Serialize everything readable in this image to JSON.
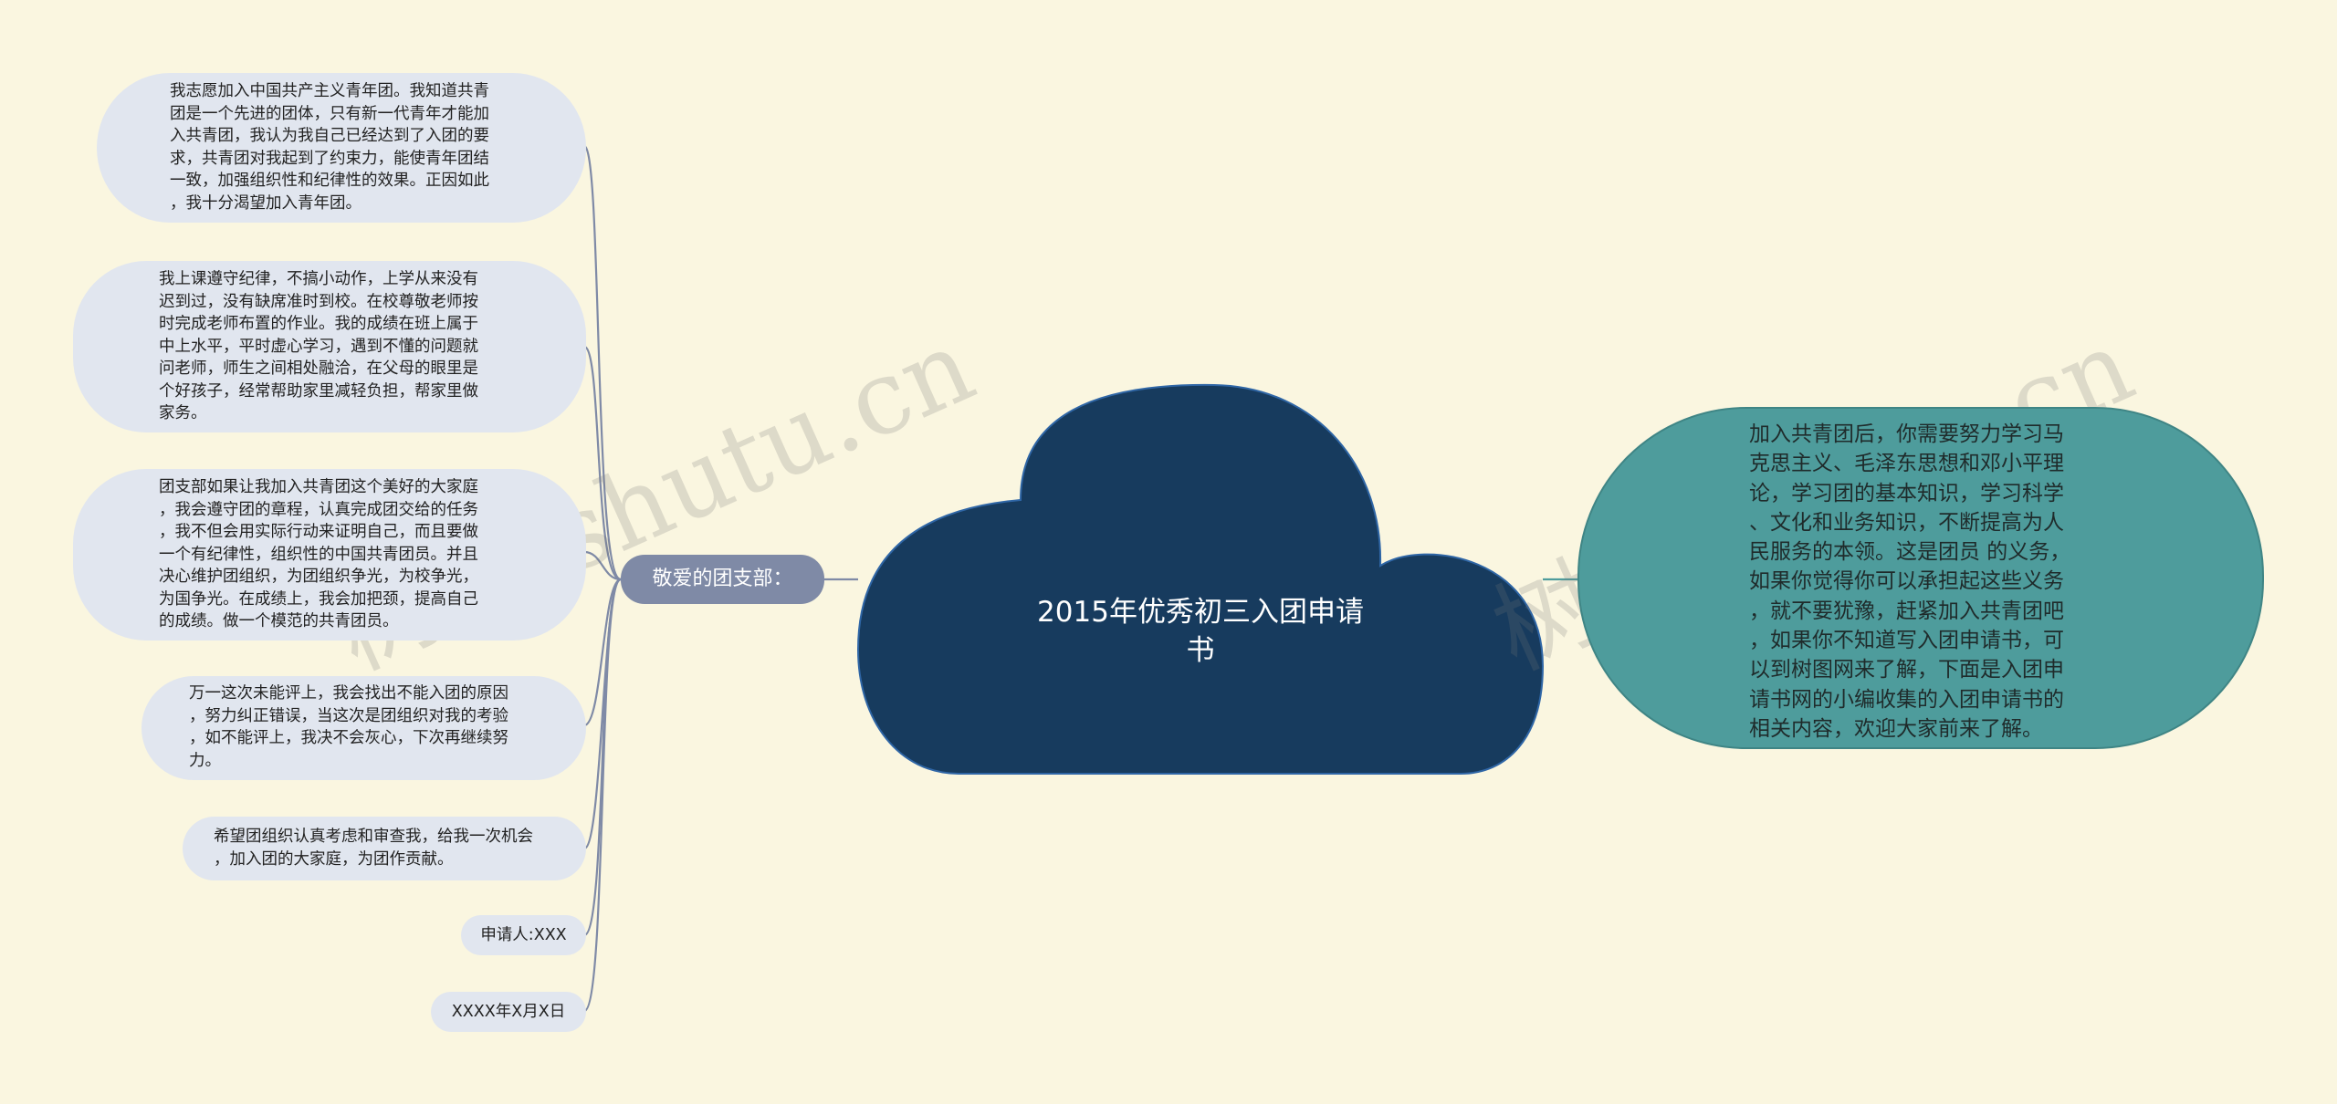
{
  "center": {
    "title": "2015年优秀初三入团申请\n书"
  },
  "branch": {
    "label": "敬爱的团支部："
  },
  "left_items": [
    "我志愿加入中国共产主义青年团。我知道共青\n团是一个先进的团体，只有新一代青年才能加\n入共青团，我认为我自己已经达到了入团的要\n求，共青团对我起到了约束力，能使青年团结\n一致，加强组织性和纪律性的效果。正因如此\n，我十分渴望加入青年团。",
    "我上课遵守纪律，不搞小动作，上学从来没有\n迟到过，没有缺席准时到校。在校尊敬老师按\n时完成老师布置的作业。我的成绩在班上属于\n中上水平，平时虚心学习，遇到不懂的问题就\n问老师，师生之间相处融洽，在父母的眼里是\n个好孩子，经常帮助家里减轻负担，帮家里做\n家务。",
    "团支部如果让我加入共青团这个美好的大家庭\n，我会遵守团的章程，认真完成团交给的任务\n，我不但会用实际行动来证明自己，而且要做\n一个有纪律性，组织性的中国共青团员。并且\n决心维护团组织，为团组织争光，为校争光，\n为国争光。在成绩上，我会加把颈，提高自己\n的成绩。做一个模范的共青团员。",
    "万一这次未能评上，我会找出不能入团的原因\n，努力纠正错误，当这次是团组织对我的考验\n，如不能评上，我决不会灰心，下次再继续努\n力。",
    "希望团组织认真考虑和审查我，给我一次机会\n，加入团的大家庭，为团作贡献。",
    "申请人:XXX",
    "XXXX年X月X日"
  ],
  "right_item": "加入共青团后，你需要努力学习马\n克思主义、毛泽东思想和邓小平理\n论，学习团的基本知识，学习科学\n、文化和业务知识，不断提高为人\n民服务的本领。这是团员 的义务，\n如果你觉得你可以承担起这些义务\n，就不要犹豫，赶紧加入共青团吧\n，如果你不知道写入团申请书，可\n以到树图网来了解，下面是入团申\n请书网的小编收集的入团申请书的\n相关内容，欢迎大家前来了解。",
  "watermarks": [
    "树图 shutu.cn",
    "树图 shutu.cn"
  ],
  "colors": {
    "background": "#faf6e0",
    "cloud": "#173b5e",
    "branch": "#7f8aa6",
    "leaf": "#e1e6ef",
    "right_node": "#4e9c9c",
    "connector": "#7f8aa6"
  }
}
